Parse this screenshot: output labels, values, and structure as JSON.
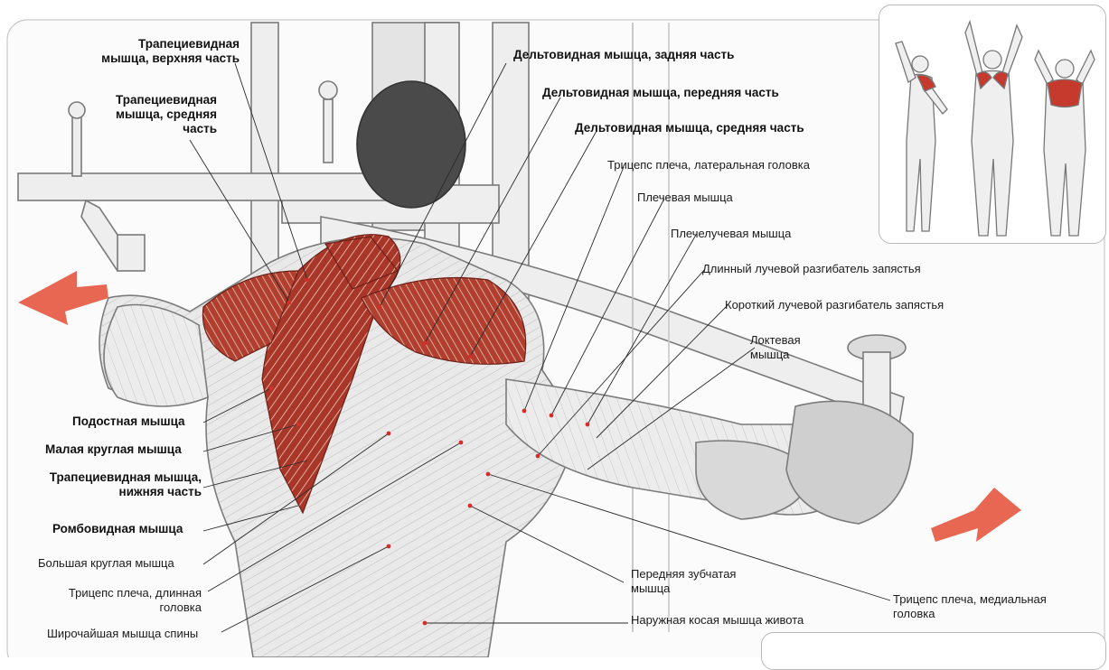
{
  "labels": {
    "trap_upper": [
      "Трапециевидная",
      "мышца, верхняя часть"
    ],
    "trap_middle": [
      "Трапециевидная",
      "мышца, средняя",
      "часть"
    ],
    "delt_rear": "Дельтовидная мышца, задняя часть",
    "delt_front": "Дельтовидная мышца, передняя часть",
    "delt_middle": "Дельтовидная мышца, средняя часть",
    "triceps_lateral": "Трицепс плеча, латеральная головка",
    "brachialis": "Плечевая мышца",
    "brachioradialis": "Плечелучевая  мышца",
    "ext_carpi_longus": "Длинный лучевой разгибатель запястья",
    "ext_carpi_brevis": "Короткий лучевой разгибатель запястья",
    "anconeus": [
      "Локтевая",
      "мышца"
    ],
    "infraspinatus": "Подостная мышца",
    "teres_minor": "Малая круглая мышца",
    "trap_lower": [
      "Трапециевидная мышца,",
      "нижняя часть"
    ],
    "rhomboid": "Ромбовидная мышца",
    "teres_major": "Большая круглая мышца",
    "triceps_long": [
      "Трицепс плеча, длинная",
      "головка"
    ],
    "latissimus": "Широчайшая мышца спины",
    "serratus": [
      "Передняя зубчатая",
      "мышца"
    ],
    "ext_oblique": "Наружная косая мышца живота",
    "triceps_medial": [
      "Трицепс плеча, медиальная",
      "головка"
    ]
  },
  "colors": {
    "muscle_highlight": "#b53a2c",
    "arrow": "#e4523a",
    "equipment_line": "#6e6e6e",
    "body_fill": "#e6e6e6"
  },
  "icons": {
    "left_arrow": "pull-direction-arrow-left",
    "right_arrow": "pull-direction-arrow-right"
  }
}
